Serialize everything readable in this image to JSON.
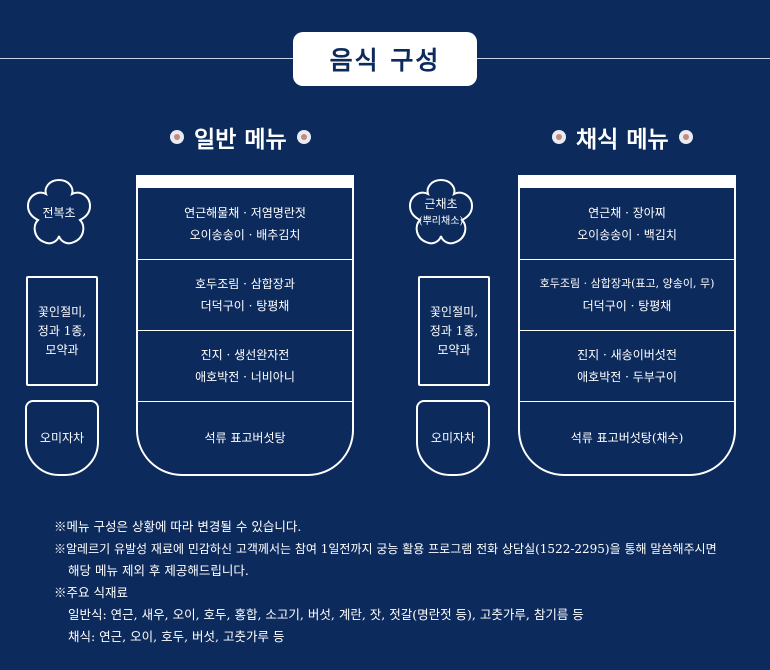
{
  "title": "음식 구성",
  "general": {
    "title": "일반 메뉴",
    "side_top": "전복초",
    "side_mid": [
      "꽃인절미,",
      "정과 1종,",
      "모약과"
    ],
    "side_cup": "오미자차",
    "bowl": [
      [
        "연근해물채 · 저염명란젓",
        "오이송송이 · 배추김치"
      ],
      [
        "호두조림 · 삼합장과",
        "더덕구이 · 탕평채"
      ],
      [
        "진지 · 생선완자전",
        "애호박전 · 너비아니"
      ],
      [
        "석류 표고버섯탕"
      ]
    ]
  },
  "vegetarian": {
    "title": "채식 메뉴",
    "side_top": [
      "근채초",
      "(뿌리채소)"
    ],
    "side_mid": [
      "꽃인절미,",
      "정과 1종,",
      "모약과"
    ],
    "side_cup": "오미자차",
    "bowl": [
      [
        "연근채 · 장아찌",
        "오이송송이 · 백김치"
      ],
      [
        "호두조림 · 삼합장과(표고, 양송이, 무)",
        "더덕구이 · 탕평채"
      ],
      [
        "진지 · 새송이버섯전",
        "애호박전 · 두부구이"
      ],
      [
        "석류 표고버섯탕(채수)"
      ]
    ]
  },
  "notes": [
    "※메뉴 구성은 상황에 따라 변경될 수 있습니다.",
    "※알레르기 유발성 재료에 민감하신 고객께서는 참여 1일전까지 궁능 활용 프로그램 전화 상담실(1522-2295)을 통해 말씀해주시면",
    "해당 메뉴 제외 후 제공해드립니다.",
    "※주요 식재료",
    "일반식: 연근, 새우, 오이, 호두, 홍합, 소고기, 버섯, 계란, 잣, 젓갈(명란젓 등), 고춧가루, 참기름 등",
    "채식: 연근, 오이, 호두, 버섯, 고춧가루 등"
  ]
}
